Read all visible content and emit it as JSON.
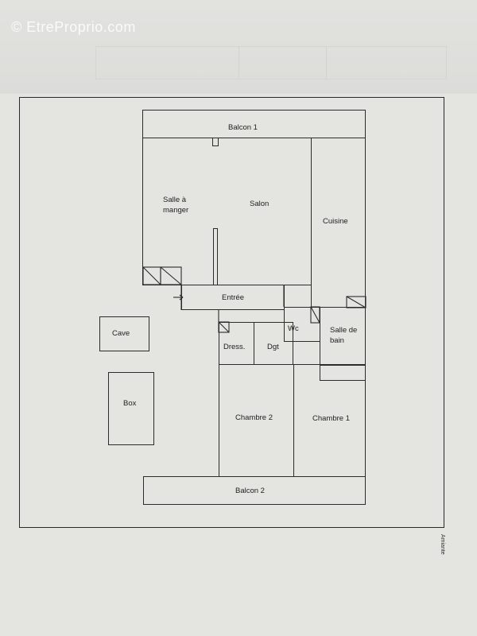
{
  "watermark": "© EtreProprio.com",
  "rooms": {
    "balcon1": "Balcon 1",
    "salle_a_manger_line1": "Salle à",
    "salle_a_manger_line2": "manger",
    "salon": "Salon",
    "cuisine": "Cuisine",
    "entree": "Entrée",
    "wc": "Wc",
    "salle_de_bain_line1": "Salle de",
    "salle_de_bain_line2": "bain",
    "dress": "Dress.",
    "dgt": "Dgt",
    "cave": "Cave",
    "box": "Box",
    "chambre2": "Chambre 2",
    "chambre1": "Chambre 1",
    "balcon2": "Balcon 2"
  },
  "side_note": "Amiante",
  "colors": {
    "line": "#2b2b2b",
    "paper": "#e4e4e1"
  }
}
